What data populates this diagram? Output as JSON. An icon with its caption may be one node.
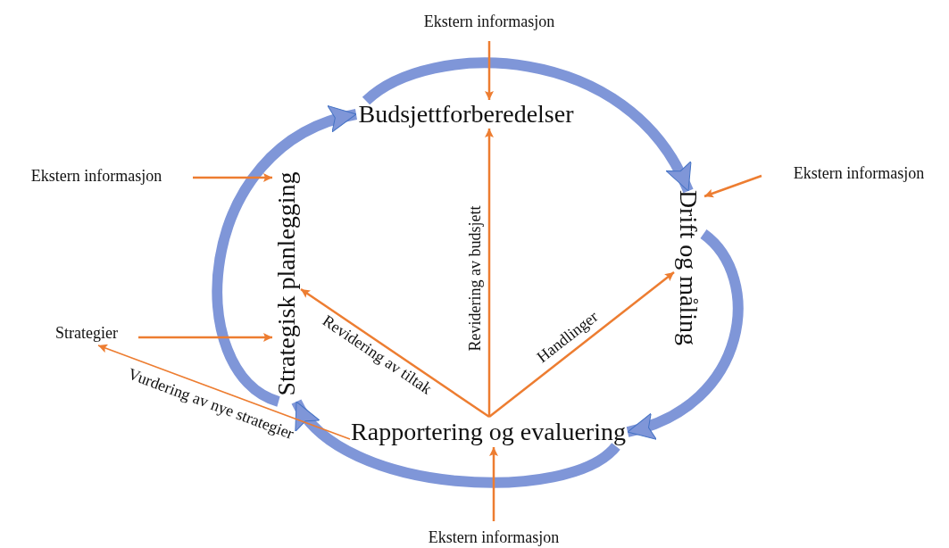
{
  "diagram": {
    "nodes": [
      {
        "text": [
          "Budsjettforberedelser"
        ]
      },
      {
        "text": [
          "Drift og måling"
        ]
      },
      {
        "text": [
          "Rapportering og evaluering"
        ]
      },
      {
        "text": [
          "Strategisk planlegging"
        ]
      },
      {
        "text": [
          "Ekstern informasjon"
        ]
      },
      {
        "text": [
          "Ekstern informasjon"
        ]
      },
      {
        "text": [
          "Ekstern informasjon"
        ]
      },
      {
        "text": [
          "Ekstern informasjon"
        ]
      },
      {
        "text": [
          "Strategier"
        ]
      }
    ],
    "edges": [
      {
        "from": 3,
        "to": 0,
        "arrow": "to",
        "style": "thick",
        "color": "#7f96d8"
      },
      {
        "from": 0,
        "to": 1,
        "arrow": "to",
        "style": "thick",
        "color": "#7f96d8"
      },
      {
        "from": 1,
        "to": 2,
        "arrow": "to",
        "style": "thick",
        "color": "#7f96d8"
      },
      {
        "from": 2,
        "to": 3,
        "arrow": "to",
        "style": "thick",
        "color": "#7f96d8"
      },
      {
        "from": 4,
        "to": 0,
        "arrow": "to"
      },
      {
        "from": 5,
        "to": 1,
        "arrow": "to"
      },
      {
        "from": 6,
        "to": 2,
        "arrow": "to"
      },
      {
        "from": 7,
        "to": 3,
        "arrow": "to"
      },
      {
        "from": 8,
        "to": 3,
        "arrow": "to"
      },
      {
        "from": 2,
        "to": 0,
        "arrow": "to",
        "label": "Revidering av budsjett"
      },
      {
        "from": 2,
        "to": 1,
        "arrow": "to",
        "label": "Handlinger"
      },
      {
        "from": 2,
        "to": 3,
        "arrow": "to",
        "label": "Revidering av tiltak"
      },
      {
        "from": 2,
        "to": 8,
        "arrow": "to",
        "label": "Vurdering av nye strategier"
      }
    ]
  }
}
